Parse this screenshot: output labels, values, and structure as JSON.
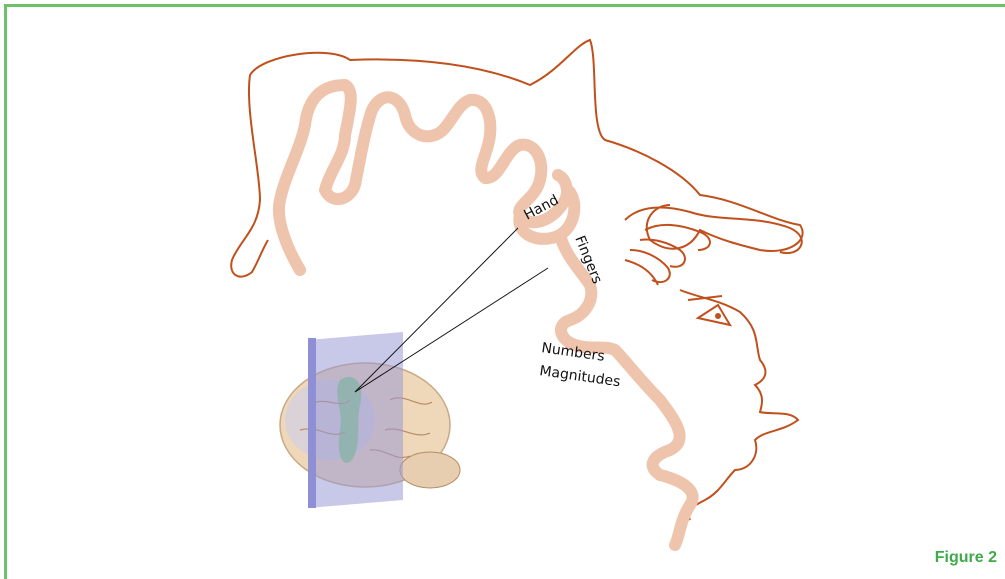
{
  "labels": {
    "hand": "Hand",
    "fingers": "Fingers",
    "numbers": "Numbers",
    "magnitudes": "Magnitudes"
  },
  "figure": {
    "label": "Figure 2"
  },
  "colors": {
    "frame": "#6cc26a",
    "homunculus_outline": "#c0501c",
    "cortex_band": "#efc4ad",
    "brain": "#efd8b9",
    "brain_green": "#7fcf7a",
    "plane": "#8f8fd6",
    "figure_label": "#3faa4a"
  }
}
